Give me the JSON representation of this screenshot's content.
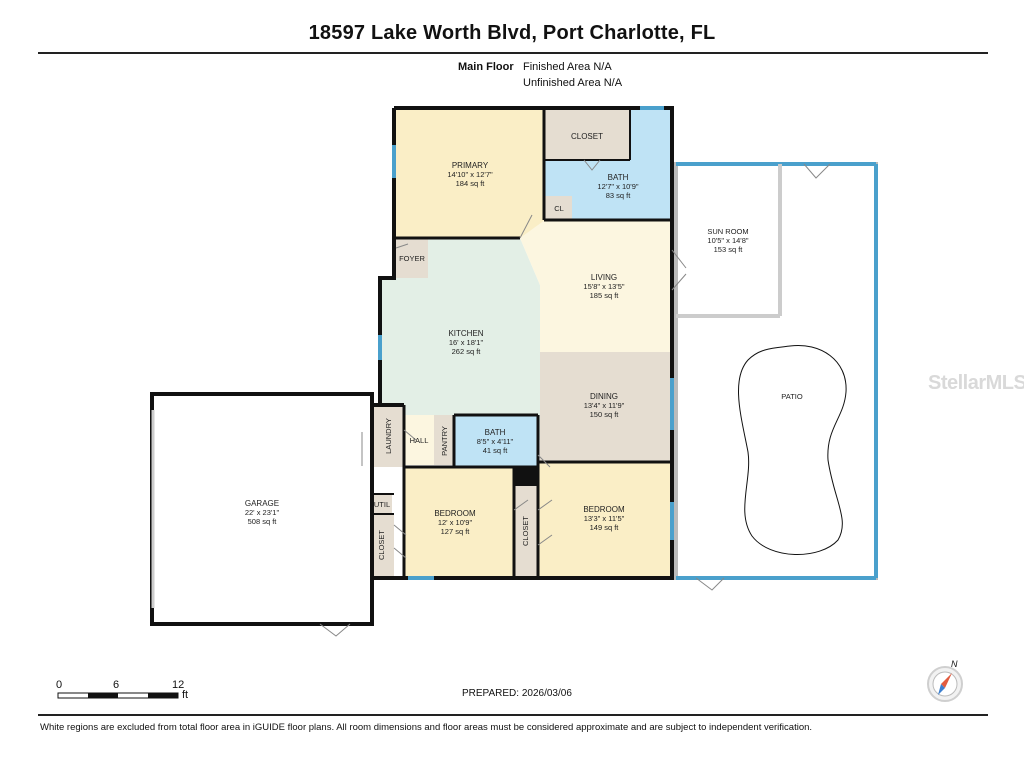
{
  "header": {
    "title": "18597 Lake Worth Blvd, Port Charlotte, FL"
  },
  "floor": {
    "name": "Main Floor",
    "finished_area": "Finished Area N/A",
    "unfinished_area": "Unfinished Area N/A"
  },
  "rooms": {
    "primary": {
      "name": "PRIMARY",
      "dims": "14'10\" x 12'7\"",
      "area": "184 sq ft"
    },
    "closet_top": {
      "name": "CLOSET"
    },
    "bath_top": {
      "name": "BATH",
      "dims": "12'7\" x 10'9\"",
      "area": "83 sq ft"
    },
    "cl": {
      "name": "CL"
    },
    "sunroom": {
      "name": "SUN ROOM",
      "dims": "10'5\" x 14'8\"",
      "area": "153 sq ft"
    },
    "foyer": {
      "name": "FOYER"
    },
    "living": {
      "name": "LIVING",
      "dims": "15'8\" x 13'5\"",
      "area": "185 sq ft"
    },
    "kitchen": {
      "name": "KITCHEN",
      "dims": "16' x 18'1\"",
      "area": "262 sq ft"
    },
    "dining": {
      "name": "DINING",
      "dims": "13'4\" x 11'9\"",
      "area": "150 sq ft"
    },
    "patio": {
      "name": "PATIO"
    },
    "laundry": {
      "name": "LAUNDRY"
    },
    "hall": {
      "name": "HALL"
    },
    "pantry": {
      "name": "PANTRY"
    },
    "bath_mid": {
      "name": "BATH",
      "dims": "8'5\" x 4'11\"",
      "area": "41 sq ft"
    },
    "garage": {
      "name": "GARAGE",
      "dims": "22' x 23'1\"",
      "area": "508 sq ft"
    },
    "util": {
      "name": "UTIL"
    },
    "closet_left": {
      "name": "CLOSET"
    },
    "bedroom1": {
      "name": "BEDROOM",
      "dims": "12' x 10'9\"",
      "area": "127 sq ft"
    },
    "closet_mid": {
      "name": "CLOSET"
    },
    "bedroom2": {
      "name": "BEDROOM",
      "dims": "13'3\" x 11'5\"",
      "area": "149 sq ft"
    }
  },
  "scale": {
    "ticks": [
      "0",
      "6",
      "12"
    ],
    "unit": "ft"
  },
  "prepared": "PREPARED: 2026/03/06",
  "compass": {
    "label": "N"
  },
  "watermark": "StellarMLS",
  "footnote": "White regions are excluded from total floor area in iGUIDE floor plans. All room dimensions and floor areas must be considered approximate and are subject to independent verification.",
  "colors": {
    "yellow": "#faeec6",
    "blue": "#bfe3f5",
    "tan": "#e5ddd1",
    "green": "#e3efe6",
    "cream": "#fcf6e0",
    "window": "#4aa0cc",
    "wall": "#111111"
  }
}
